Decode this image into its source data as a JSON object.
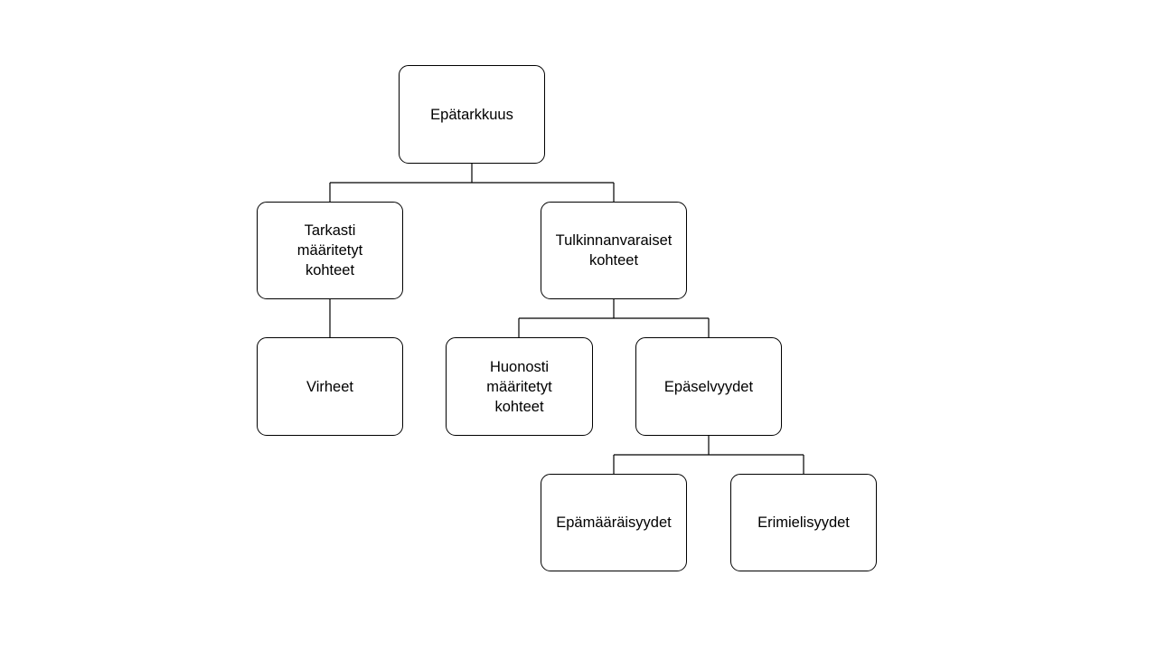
{
  "diagram": {
    "nodes": {
      "root": {
        "label": "Epätarkkuus"
      },
      "precise": {
        "label": "Tarkasti\nmääritetyt\nkohteet"
      },
      "interpretive": {
        "label": "Tulkinnanvaraiset\nkohteet"
      },
      "errors": {
        "label": "Virheet"
      },
      "poorly_defined": {
        "label": "Huonosti\nmääritetyt\nkohteet"
      },
      "ambiguities": {
        "label": "Epäselvyydet"
      },
      "vagueness": {
        "label": "Epämääräisyydet"
      },
      "disagreements": {
        "label": "Erimielisyydet"
      }
    },
    "edges": [
      [
        "root",
        "precise"
      ],
      [
        "root",
        "interpretive"
      ],
      [
        "precise",
        "errors"
      ],
      [
        "interpretive",
        "poorly_defined"
      ],
      [
        "interpretive",
        "ambiguities"
      ],
      [
        "ambiguities",
        "vagueness"
      ],
      [
        "ambiguities",
        "disagreements"
      ]
    ]
  }
}
